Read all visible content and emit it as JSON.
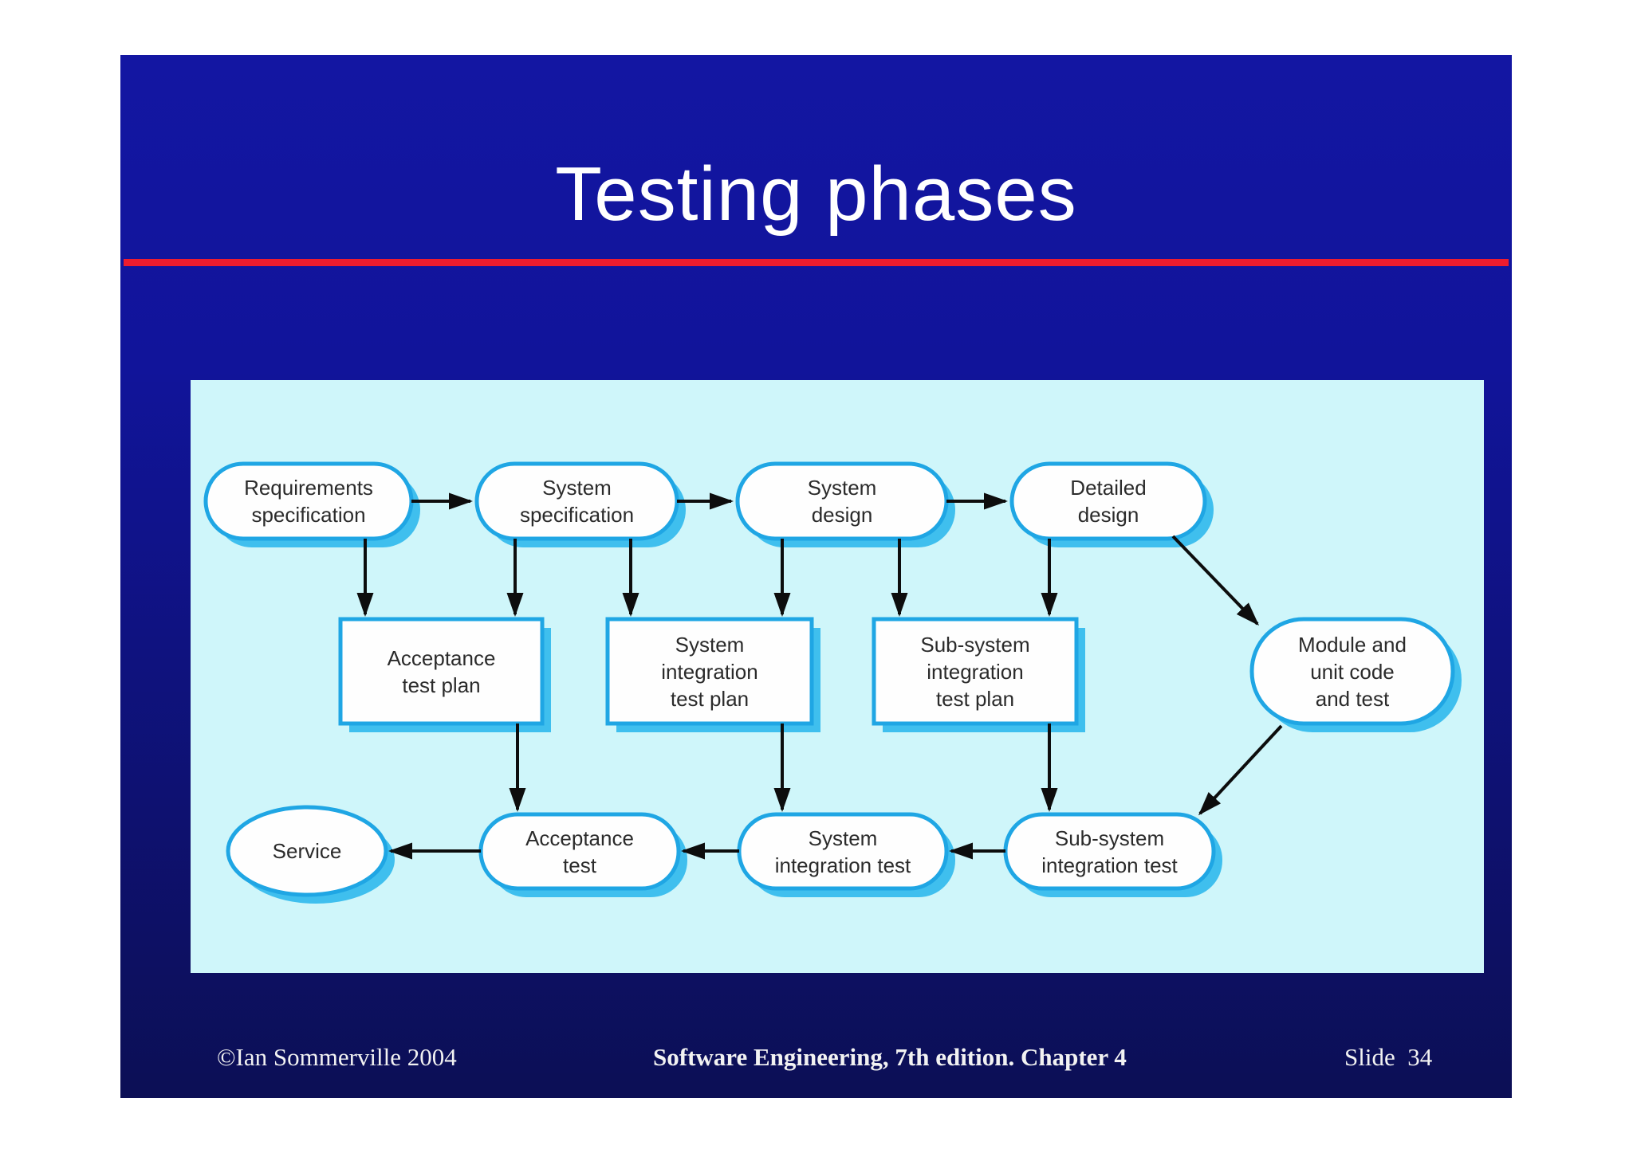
{
  "slide": {
    "title": "Testing phases",
    "footer": {
      "copyright": "©Ian Sommerville 2004",
      "book": "Software Engineering, 7th edition. Chapter 4",
      "slide_number": "Slide  34"
    }
  },
  "colors": {
    "bg_top": "#1316A2",
    "bg_bottom": "#0C0F55",
    "accent_line": "#ED1C2E",
    "panel_bg": "#CFF6FA",
    "node_border": "#1FA6E4",
    "node_shadow": "#3FBFEE",
    "node_fill": "#FEFEFE",
    "node_text": "#2B2B2B",
    "arrow": "#0D0D0D",
    "title_text": "#FFFFFF",
    "footer_text": "#F2F2F2"
  },
  "diagram": {
    "nodes": [
      {
        "id": "requirements-specification",
        "shape": "stadium",
        "label": "Requirements\nspecification"
      },
      {
        "id": "system-specification",
        "shape": "stadium",
        "label": "System\nspecification"
      },
      {
        "id": "system-design",
        "shape": "stadium",
        "label": "System\ndesign"
      },
      {
        "id": "detailed-design",
        "shape": "stadium",
        "label": "Detailed\ndesign"
      },
      {
        "id": "acceptance-test-plan",
        "shape": "rect",
        "label": "Acceptance\ntest plan"
      },
      {
        "id": "system-integration-test-plan",
        "shape": "rect",
        "label": "System\nintegration\ntest plan"
      },
      {
        "id": "sub-system-integration-test-plan",
        "shape": "rect",
        "label": "Sub-system\nintegration\ntest plan"
      },
      {
        "id": "module-and-unit-code-and-test",
        "shape": "stadium",
        "label": "Module and\nunit code\nand test"
      },
      {
        "id": "service",
        "shape": "ellipse",
        "label": "Service"
      },
      {
        "id": "acceptance-test",
        "shape": "stadium",
        "label": "Acceptance\ntest"
      },
      {
        "id": "system-integration-test",
        "shape": "stadium",
        "label": "System\nintegration test"
      },
      {
        "id": "sub-system-integration-test",
        "shape": "stadium",
        "label": "Sub-system\nintegration test"
      }
    ],
    "edges": [
      {
        "from": "requirements-specification",
        "to": "system-specification"
      },
      {
        "from": "system-specification",
        "to": "system-design"
      },
      {
        "from": "system-design",
        "to": "detailed-design"
      },
      {
        "from": "requirements-specification",
        "to": "acceptance-test-plan"
      },
      {
        "from": "system-specification",
        "to": "acceptance-test-plan"
      },
      {
        "from": "system-specification",
        "to": "system-integration-test-plan"
      },
      {
        "from": "system-design",
        "to": "system-integration-test-plan"
      },
      {
        "from": "system-design",
        "to": "sub-system-integration-test-plan"
      },
      {
        "from": "detailed-design",
        "to": "sub-system-integration-test-plan"
      },
      {
        "from": "detailed-design",
        "to": "module-and-unit-code-and-test"
      },
      {
        "from": "module-and-unit-code-and-test",
        "to": "sub-system-integration-test"
      },
      {
        "from": "acceptance-test-plan",
        "to": "acceptance-test"
      },
      {
        "from": "system-integration-test-plan",
        "to": "system-integration-test"
      },
      {
        "from": "sub-system-integration-test-plan",
        "to": "sub-system-integration-test"
      },
      {
        "from": "sub-system-integration-test",
        "to": "system-integration-test"
      },
      {
        "from": "system-integration-test",
        "to": "acceptance-test"
      },
      {
        "from": "acceptance-test",
        "to": "service"
      }
    ]
  }
}
